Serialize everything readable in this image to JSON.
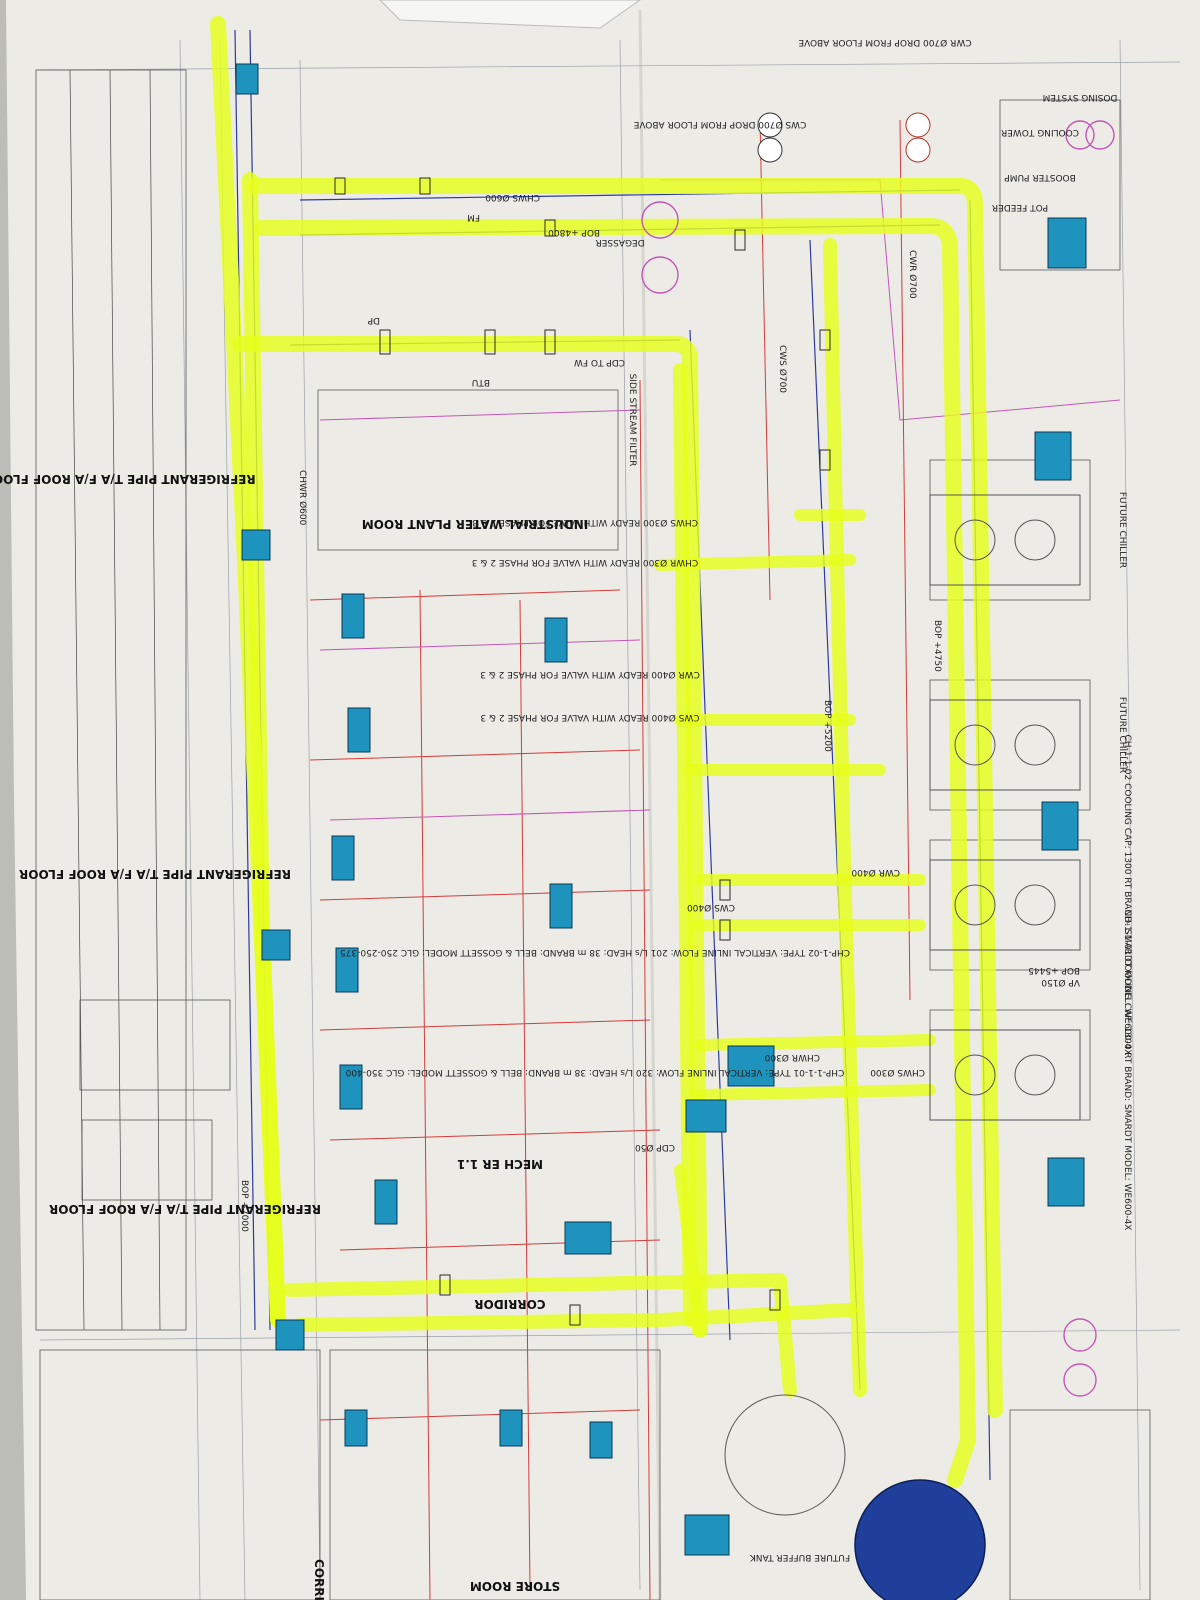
{
  "drawing": {
    "rooms": {
      "plant_room": "INDUSTRIAL WATER PLANT ROOM",
      "mech_room": "MECH ER 1.1",
      "corridor": "CORRIDOR",
      "corridor_cut": "CORRI",
      "store_room": "STORE ROOM"
    },
    "refrigerant_notes": [
      "REFRIGERANT PIPE T/A F/A ROOF FLOC",
      "REFRIGERANT PIPE T/A F/A ROOF FLOOR",
      "REFRIGERANT PIPE T/A F/A ROOF FLOOR"
    ],
    "riser_notes": {
      "cwr_drop": "CWR Ø700 DROP FROM FLOOR ABOVE",
      "cws_drop": "CWS Ø700 DROP FROM FLOOR ABOVE"
    },
    "phase_notes": [
      "CHWR Ø300 READY WITH VALVE FOR PHASE 2 & 3",
      "CHWS Ø300 READY WITH VALVE FOR PHASE 2 & 3",
      "CWS Ø400 READY WITH VALVE FOR PHASE 2 & 3",
      "CWR Ø400 READY WITH VALVE FOR PHASE 2 & 3"
    ],
    "pumps": [
      "CHP-1-1-01 TYPE: VERTICAL INLINE FLOW: 320 L/s HEAD: 38 m BRAND: BELL & GOSSETT MODEL: GLC 350-400",
      "CHP-1-02 TYPE: VERTICAL INLINE FLOW: 201 L/s HEAD: 38 m BRAND: BELL & GOSSETT MODEL: GLC 250-250-375"
    ],
    "chillers": [
      "CH-1-1-01 COOLING CAP: 1300 RT BRAND: SMARDT MODEL: WE600-4X",
      "CH-1-1-02 COOLING CAP: 1300 RT BRAND: SMARDT MODEL: WE600-4X",
      "FUTURE CHILLER",
      "FUTURE CHILLER"
    ],
    "pipe_tags": [
      "CHWS Ø600",
      "CHWR Ø600",
      "CWR Ø700",
      "CWS Ø700",
      "BOP +4800",
      "BOP +4750",
      "BOP +5200",
      "BOP +7000",
      "CWS Ø400",
      "CWR Ø400",
      "CHWS Ø300",
      "CHWR Ø300",
      "CDP TO FW",
      "CDP Ø50",
      "DP",
      "FM",
      "BTU",
      "VP Ø150",
      "BOP +5445"
    ],
    "equipment": {
      "degasser": "DEGASSER",
      "side_stream": "SIDE STREAM FILTER",
      "buffer_tank": "FUTURE BUFFER TANK",
      "pot_feeder": "POT FEEDER",
      "booster_pump": "BOOSTER PUMP",
      "dosing_system": "DOSING SYSTEM",
      "cooling_tower": "COOLING TOWER"
    }
  },
  "colors": {
    "highlight": "#e6ff1a",
    "pipe_blue": "#2d3c9c",
    "pipe_red": "#d33c3c",
    "pipe_magenta": "#c257b8",
    "equipment_teal": "#1e93bd",
    "tank_blue": "#1f3f9a"
  }
}
